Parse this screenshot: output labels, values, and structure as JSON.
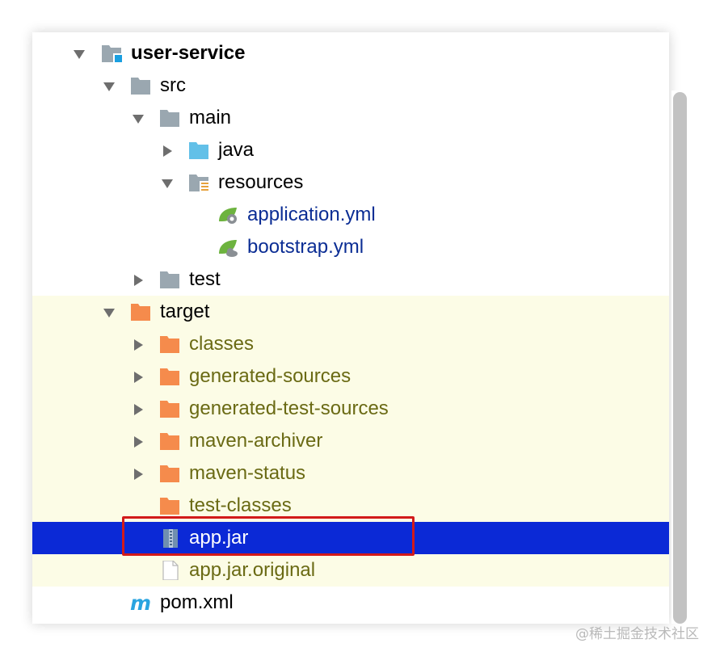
{
  "project_tree": {
    "items": [
      {
        "label": "user-service",
        "icon": "module-folder-icon",
        "state": "expanded"
      },
      {
        "label": "src",
        "icon": "folder-icon",
        "state": "expanded"
      },
      {
        "label": "main",
        "icon": "folder-icon",
        "state": "expanded"
      },
      {
        "label": "java",
        "icon": "source-root-folder-icon",
        "state": "collapsed"
      },
      {
        "label": "resources",
        "icon": "resources-folder-icon",
        "state": "expanded"
      },
      {
        "label": "application.yml",
        "icon": "spring-config-icon",
        "state": "leaf"
      },
      {
        "label": "bootstrap.yml",
        "icon": "spring-cloud-config-icon",
        "state": "leaf"
      },
      {
        "label": "test",
        "icon": "folder-icon",
        "state": "collapsed"
      },
      {
        "label": "target",
        "icon": "excluded-folder-icon",
        "state": "expanded"
      },
      {
        "label": "classes",
        "icon": "excluded-folder-icon",
        "state": "collapsed"
      },
      {
        "label": "generated-sources",
        "icon": "excluded-folder-icon",
        "state": "collapsed"
      },
      {
        "label": "generated-test-sources",
        "icon": "excluded-folder-icon",
        "state": "collapsed"
      },
      {
        "label": "maven-archiver",
        "icon": "excluded-folder-icon",
        "state": "collapsed"
      },
      {
        "label": "maven-status",
        "icon": "excluded-folder-icon",
        "state": "collapsed"
      },
      {
        "label": "test-classes",
        "icon": "excluded-folder-icon",
        "state": "leaf"
      },
      {
        "label": "app.jar",
        "icon": "jar-archive-icon",
        "state": "leaf",
        "selected": true
      },
      {
        "label": "app.jar.original",
        "icon": "file-icon",
        "state": "leaf"
      },
      {
        "label": "pom.xml",
        "icon": "maven-icon",
        "state": "leaf"
      }
    ]
  },
  "colors": {
    "selection": "#0b29d6",
    "excluded_background": "#fcfce6",
    "highlight_box": "#d21a1a",
    "folder_gray": "#9aa7b0",
    "folder_orange": "#f58b4c",
    "folder_blue": "#62c0e8"
  },
  "watermark": "@稀土掘金技术社区"
}
